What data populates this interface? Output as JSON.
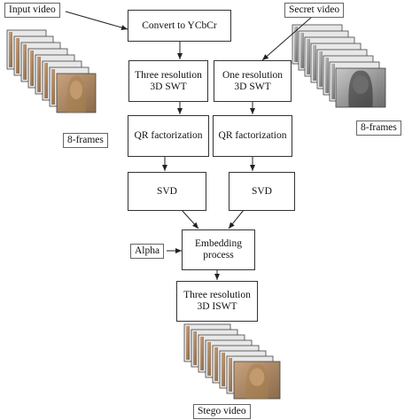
{
  "labels": {
    "input_video": "Input video",
    "secret_video": "Secret video",
    "input_frames": "8-frames",
    "secret_frames": "8-frames",
    "alpha": "Alpha",
    "stego_video": "Stego video"
  },
  "boxes": {
    "convert": "Convert to YCbCr",
    "three_res_swt": "Three resolution\n3D SWT",
    "one_res_swt": "One resolution\n3D SWT",
    "qr_left": "QR factorization",
    "qr_right": "QR factorization",
    "svd_left": "SVD",
    "svd_right": "SVD",
    "embedding": "Embedding\nprocess",
    "three_res_iswt": "Three resolution\n3D ISWT"
  },
  "frame_count": 8
}
